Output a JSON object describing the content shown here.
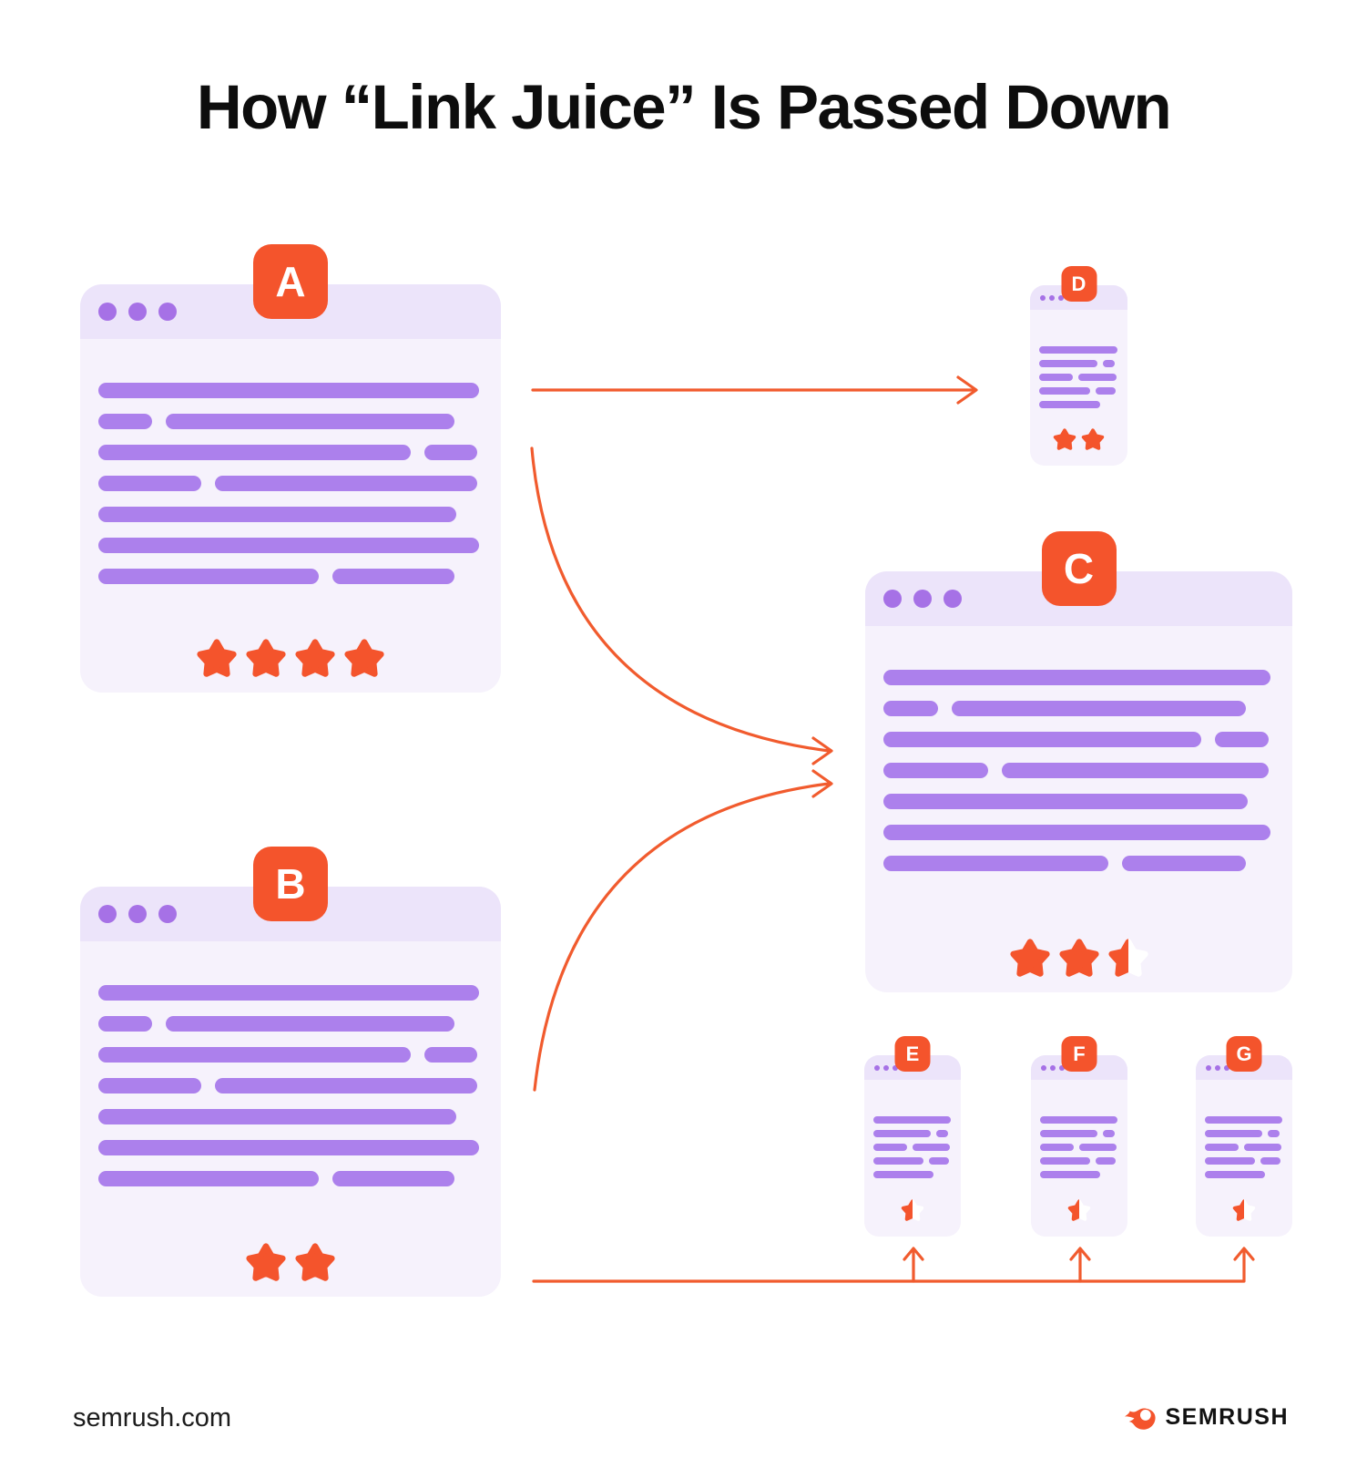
{
  "title": "How “Link Juice” Is Passed Down",
  "footer": {
    "site_label": "semrush.com",
    "brand_name": "SEMRUSH",
    "brand_icon": "semrush-flame-icon"
  },
  "colors": {
    "accent_orange": "#F4542C",
    "arrow_orange": "#F15B2E",
    "line_purple": "#AC80EC",
    "dot_purple": "#A671E6",
    "header_lavender": "#ECE4FA",
    "body_lavender": "#F6F2FC",
    "background": "#FFFFFF",
    "title_text": "#0D0D0D",
    "star_half_empty": "#FFFFFF",
    "badge_letter": "#FFFFFF"
  },
  "windows": [
    {
      "id": "A",
      "label": "A",
      "size": "large",
      "stars_full": 4,
      "stars_half": 0,
      "text_lines": [
        [
          100
        ],
        [
          14,
          76
        ],
        [
          82,
          14
        ],
        [
          27,
          69
        ],
        [
          94
        ],
        [
          100
        ],
        [
          58,
          32
        ]
      ]
    },
    {
      "id": "B",
      "label": "B",
      "size": "large",
      "stars_full": 2,
      "stars_half": 0,
      "text_lines": [
        [
          100
        ],
        [
          14,
          76
        ],
        [
          82,
          14
        ],
        [
          27,
          69
        ],
        [
          94
        ],
        [
          100
        ],
        [
          58,
          32
        ]
      ]
    },
    {
      "id": "C",
      "label": "C",
      "size": "large",
      "stars_full": 2,
      "stars_half": 1,
      "text_lines": [
        [
          100
        ],
        [
          14,
          76
        ],
        [
          82,
          14
        ],
        [
          27,
          69
        ],
        [
          94
        ],
        [
          100
        ],
        [
          58,
          32
        ]
      ]
    },
    {
      "id": "D",
      "label": "D",
      "size": "mini",
      "stars_full": 2,
      "stars_half": 0,
      "text_lines": [
        [
          100
        ],
        [
          74,
          16
        ],
        [
          43,
          49
        ],
        [
          65,
          26
        ],
        [
          78
        ]
      ]
    },
    {
      "id": "E",
      "label": "E",
      "size": "mini",
      "stars_full": 0,
      "stars_half": 1,
      "text_lines": [
        [
          100
        ],
        [
          74,
          16
        ],
        [
          43,
          49
        ],
        [
          65,
          26
        ],
        [
          78
        ]
      ]
    },
    {
      "id": "F",
      "label": "F",
      "size": "mini",
      "stars_full": 0,
      "stars_half": 1,
      "text_lines": [
        [
          100
        ],
        [
          74,
          16
        ],
        [
          43,
          49
        ],
        [
          65,
          26
        ],
        [
          78
        ]
      ]
    },
    {
      "id": "G",
      "label": "G",
      "size": "mini",
      "stars_full": 0,
      "stars_half": 1,
      "text_lines": [
        [
          100
        ],
        [
          74,
          16
        ],
        [
          43,
          49
        ],
        [
          65,
          26
        ],
        [
          78
        ]
      ]
    }
  ],
  "links": [
    {
      "from": "A",
      "to": "D",
      "style": "straight-arrow"
    },
    {
      "from": "A",
      "to": "C",
      "style": "curve-down-arrow"
    },
    {
      "from": "B",
      "to": "C",
      "style": "curve-up-arrow"
    },
    {
      "from": "B",
      "to": "E",
      "style": "distribution-arrow"
    },
    {
      "from": "B",
      "to": "F",
      "style": "distribution-arrow"
    },
    {
      "from": "B",
      "to": "G",
      "style": "distribution-arrow"
    }
  ]
}
